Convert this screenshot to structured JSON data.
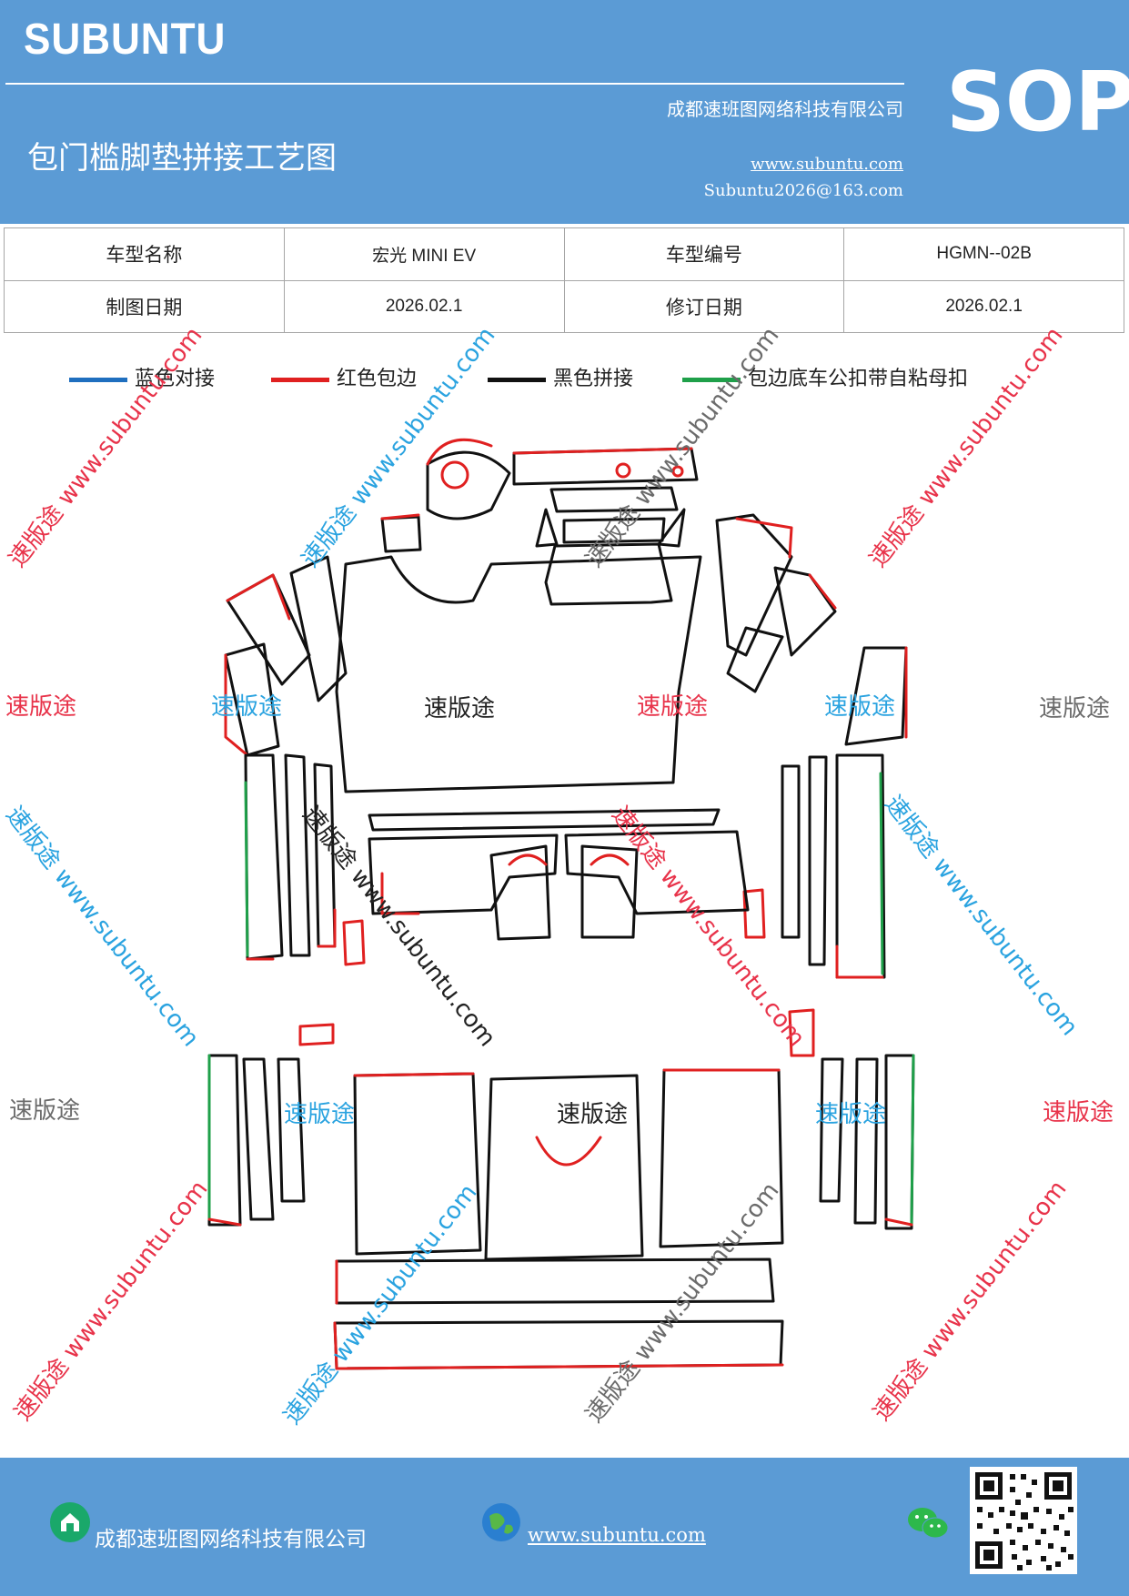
{
  "header": {
    "brand": "SUBUNTU",
    "badge": "SOP",
    "company": "成都速班图网络科技有限公司",
    "title": "包门槛脚垫拼接工艺图",
    "website": "www.subuntu.com",
    "email": "Subuntu2026@163.com"
  },
  "info_table": {
    "model_name_label": "车型名称",
    "model_name_value": "宏光 MINI EV",
    "model_code_label": "车型编号",
    "model_code_value": "HGMN--02B",
    "draw_date_label": "制图日期",
    "draw_date_value": "2026.02.1",
    "revise_date_label": "修订日期",
    "revise_date_value": "2026.02.1"
  },
  "legend": [
    {
      "label": "蓝色对接",
      "color": "#1f6fbf"
    },
    {
      "label": "红色包边",
      "color": "#e02020"
    },
    {
      "label": "黑色拼接",
      "color": "#111111"
    },
    {
      "label": "包边底车公扣带自粘母扣",
      "color": "#1fa04a"
    }
  ],
  "watermarks": {
    "name": "速版途",
    "diagonal": "速版途 www.subuntu.com",
    "colors": {
      "red": "#e8334a",
      "blue": "#2aa3e0",
      "gray": "#6b6b6b",
      "black": "#222222"
    }
  },
  "footer": {
    "company": "成都速班图网络科技有限公司",
    "website": "www.subuntu.com",
    "icons": [
      "building-icon",
      "globe-icon",
      "wechat-icon",
      "qr-code"
    ]
  }
}
